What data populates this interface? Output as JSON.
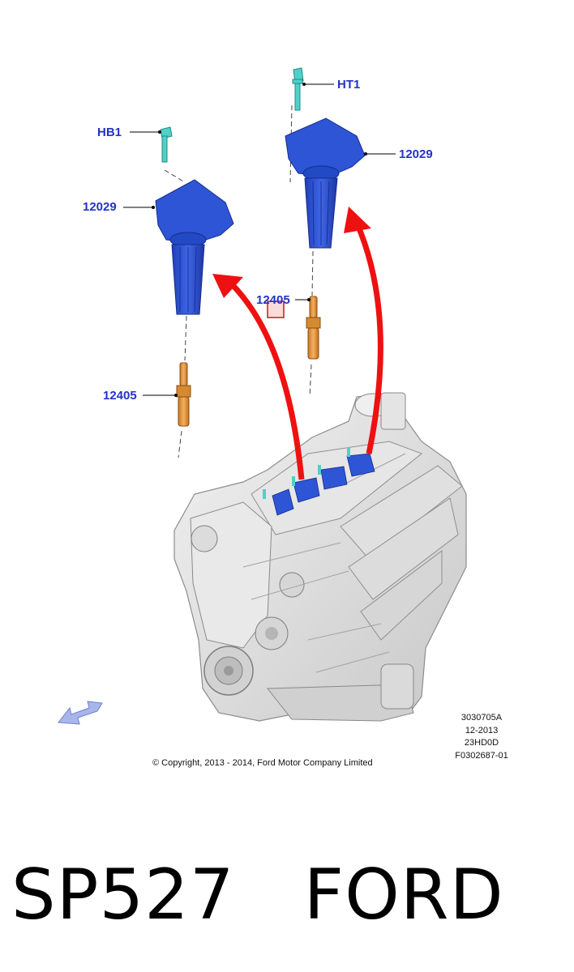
{
  "callouts": {
    "hb1": "HB1",
    "ht1": "HT1",
    "coil_left": "12029",
    "coil_right": "12029",
    "plug_left": "12405",
    "plug_right": "12405"
  },
  "illustration_codes": [
    "3030705A",
    "12-2013",
    "23HD0D",
    "F0302687-01"
  ],
  "copyright": "© Copyright, 2013 - 2014, Ford Motor Company Limited",
  "caption": "SP527   FORD",
  "colors": {
    "callout_text": "#2233c8",
    "ignition_coil": "#2e55d6",
    "bolt": "#4fd0c8",
    "spark_plug": "#e89a3c",
    "arrow": "#ee1111",
    "view_arrow": "#a9b6ea",
    "engine": "#d9d9d9"
  }
}
